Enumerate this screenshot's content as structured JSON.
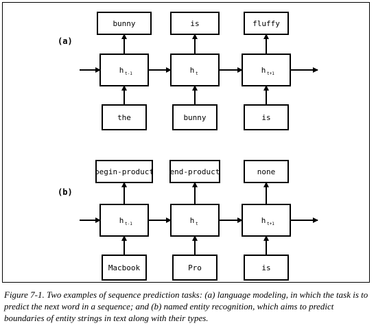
{
  "panels": [
    {
      "tag": "(a)",
      "outputs": [
        "bunny",
        "is",
        "fluffy"
      ],
      "hidden": [
        {
          "base": "h",
          "sub": "t-1"
        },
        {
          "base": "h",
          "sub": "t"
        },
        {
          "base": "h",
          "sub": "t+1"
        }
      ],
      "inputs": [
        "the",
        "bunny",
        "is"
      ]
    },
    {
      "tag": "(b)",
      "outputs": [
        "begin-product",
        "end-product",
        "none"
      ],
      "hidden": [
        {
          "base": "h",
          "sub": "t-1"
        },
        {
          "base": "h",
          "sub": "t"
        },
        {
          "base": "h",
          "sub": "t+1"
        }
      ],
      "inputs": [
        "Macbook",
        "Pro",
        "is"
      ]
    }
  ],
  "caption": "Figure 7-1. Two examples of sequence prediction tasks: (a) language modeling, in which the task is to predict the next word in a sequence; and (b) named entity recognition, which aims to predict boundaries of entity strings in text along with their types."
}
